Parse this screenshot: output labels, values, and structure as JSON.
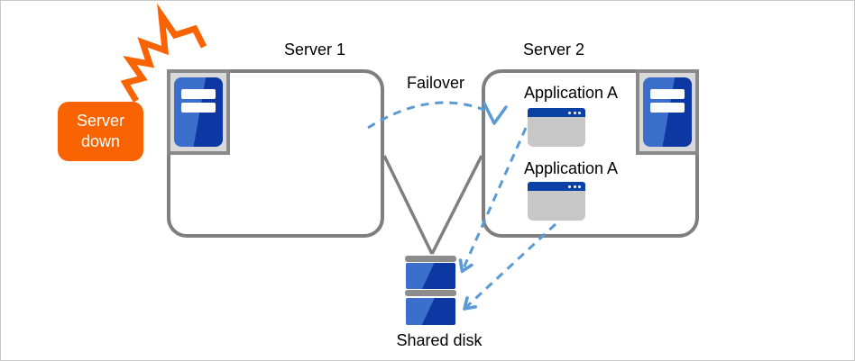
{
  "diagram": {
    "type": "failover-architecture",
    "nodes": {
      "server1": {
        "label": "Server 1"
      },
      "server2": {
        "label": "Server 2"
      },
      "applications": [
        {
          "label": "Application A"
        },
        {
          "label": "Application A"
        }
      ],
      "shared_disk": {
        "label": "Shared disk"
      },
      "alert": {
        "label": "Server down"
      }
    },
    "edges": {
      "failover": {
        "label": "Failover",
        "from": "server1",
        "to": "server2",
        "style": "dashed-arc"
      },
      "server1_to_disk": {
        "style": "solid-line"
      },
      "server2_to_disk": {
        "style": "solid-line"
      },
      "app1_to_disk": {
        "style": "dashed-arrow"
      },
      "app2_to_disk": {
        "style": "dashed-arrow"
      }
    },
    "colors": {
      "accent_orange": "#F96302",
      "server_blue_light": "#3B6FCB",
      "server_blue_dark": "#0D38A3",
      "app_titlebar_blue": "#0B40A5",
      "arrow_blue": "#5B9BD5",
      "connector_gray": "#7F7F7F",
      "plate_gray": "#D9D9D9",
      "frame_border": "#C9C9C9"
    },
    "icons": {
      "explosion": "explosion-icon",
      "server_tower": "server-tower-icon",
      "app_window": "app-window-icon",
      "shared_disk": "shared-disk-icon"
    }
  }
}
